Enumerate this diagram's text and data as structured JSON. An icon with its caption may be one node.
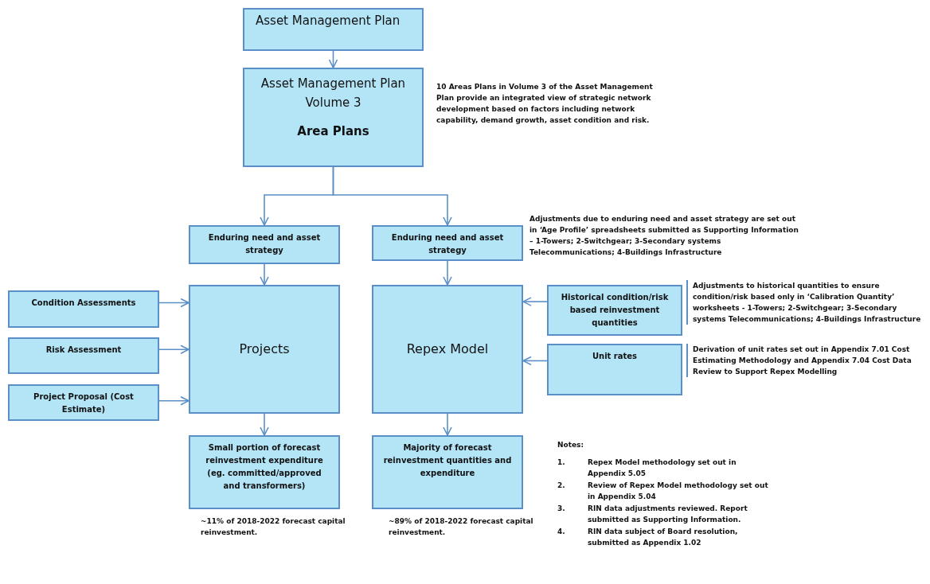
{
  "diagram": {
    "nodes": [
      {
        "text": [
          "Asset Management Plan"
        ]
      },
      {
        "text": [
          "Asset Management Plan Volume 3",
          "Area Plans"
        ],
        "beside": [
          "10 Areas Plans in Volume 3 of the Asset Management Plan provide an integrated view of strategic network development based on factors including network capability, demand growth, asset condition and risk."
        ]
      },
      {
        "text": [
          "Enduring need and asset strategy"
        ]
      },
      {
        "text": [
          "Enduring need and asset strategy"
        ],
        "beside": [
          "Adjustments due to enduring need and asset strategy are set out in ‘Age Profile’ spreadsheets submitted as Supporting Information – 1-Towers; 2-Switchgear; 3-Secondary systems Telecommunications; 4-Buildings Infrastructure"
        ]
      },
      {
        "text": [
          "Condition Assessments"
        ]
      },
      {
        "text": [
          "Risk Assessment"
        ]
      },
      {
        "text": [
          "Project Proposal (Cost Estimate)"
        ]
      },
      {
        "text": [
          "Projects"
        ]
      },
      {
        "text": [
          "Repex Model"
        ]
      },
      {
        "text": [
          "Historical condition/risk based reinvestment quantities"
        ],
        "beside": [
          "Adjustments to historical quantities to ensure condition/risk based only in ‘Calibration Quantity’ worksheets - 1-Towers; 2-Switchgear; 3-Secondary systems Telecommunications; 4-Buildings Infrastructure"
        ]
      },
      {
        "text": [
          "Unit rates"
        ],
        "beside": [
          "Derivation of unit rates set out in Appendix 7.01 Cost Estimating Methodology and Appendix 7.04 Cost Data Review to Support Repex Modelling"
        ]
      },
      {
        "text": [
          "Small portion of forecast reinvestment expenditure (eg. committed/approved and transformers)"
        ],
        "beside": [
          "~11% of 2018-2022 forecast capital reinvestment."
        ]
      },
      {
        "text": [
          "Majority of forecast reinvestment quantities and expenditure"
        ],
        "beside": [
          "~89% of 2018-2022 forecast capital reinvestment."
        ]
      }
    ],
    "edges": [
      {
        "from": 0,
        "to": 1,
        "arrow": "to"
      },
      {
        "from": 1,
        "to": 2,
        "arrow": "to"
      },
      {
        "from": 1,
        "to": 3,
        "arrow": "to"
      },
      {
        "from": 2,
        "to": 7,
        "arrow": "to"
      },
      {
        "from": 3,
        "to": 8,
        "arrow": "to"
      },
      {
        "from": 4,
        "to": 7,
        "arrow": "to"
      },
      {
        "from": 5,
        "to": 7,
        "arrow": "to"
      },
      {
        "from": 6,
        "to": 7,
        "arrow": "to"
      },
      {
        "from": 9,
        "to": 8,
        "arrow": "to"
      },
      {
        "from": 10,
        "to": 8,
        "arrow": "to"
      },
      {
        "from": 7,
        "to": 11,
        "arrow": "to"
      },
      {
        "from": 8,
        "to": 12,
        "arrow": "to"
      }
    ],
    "labels": [
      "Notes:",
      "1.",
      "Repex Model methodology set out in Appendix 5.05",
      "2.",
      "Review of Repex Model methodology set out in Appendix 5.04",
      "3.",
      "RIN data adjustments reviewed. Report submitted as Supporting Information.",
      "4.",
      "RIN data subject of Board resolution, submitted as Appendix 1.02"
    ]
  }
}
